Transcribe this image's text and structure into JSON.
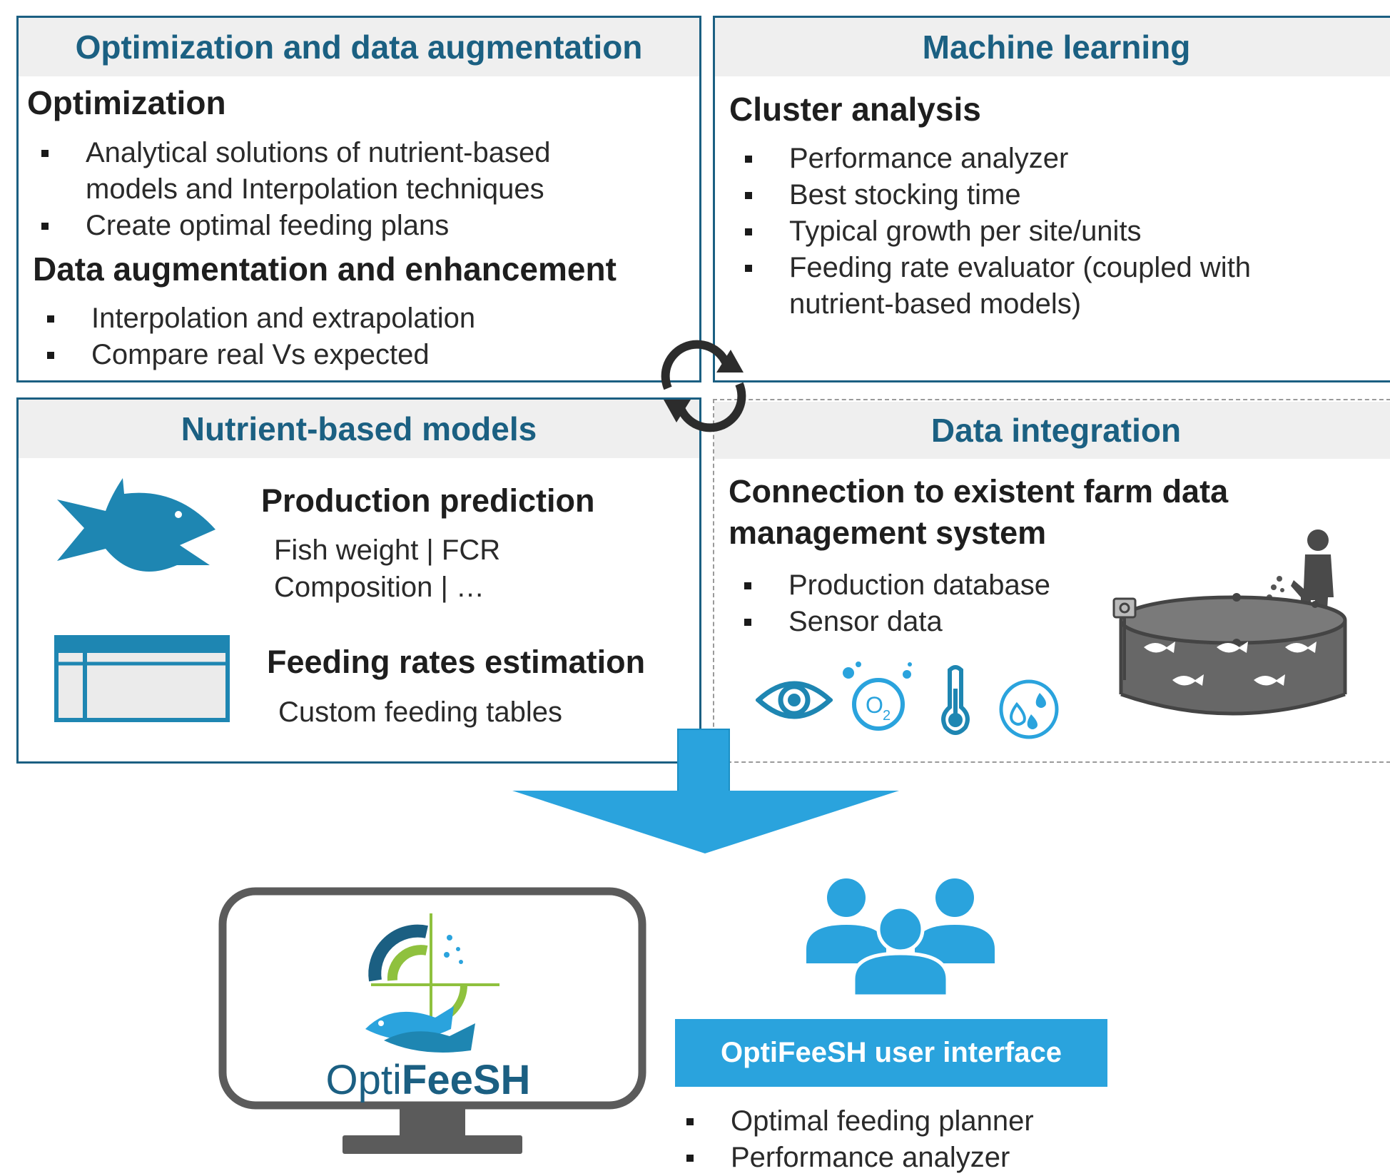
{
  "panels": {
    "optimization": {
      "title": "Optimization and data augmentation",
      "sub1": "Optimization",
      "items1": [
        "Analytical solutions of nutrient-based",
        "models and Interpolation techniques",
        "Create optimal feeding plans"
      ],
      "sub2": "Data augmentation and enhancement",
      "items2": [
        "Interpolation and extrapolation",
        "Compare real Vs expected"
      ]
    },
    "machine_learning": {
      "title": "Machine learning",
      "sub": "Cluster analysis",
      "items": [
        "Performance analyzer",
        "Best stocking time",
        "Typical growth per site/units",
        "Feeding rate evaluator (coupled with",
        "nutrient-based models)"
      ]
    },
    "nutrient": {
      "title": "Nutrient-based models",
      "prod_title": "Production prediction",
      "prod_line1": "Fish weight | FCR",
      "prod_line2": "Composition | …",
      "feed_title": "Feeding rates estimation",
      "feed_line": "Custom feeding tables"
    },
    "data_integration": {
      "title": "Data integration",
      "sub_line1": "Connection to existent farm data",
      "sub_line2": "management system",
      "items": [
        "Production database",
        "Sensor data"
      ],
      "sensor_icons": [
        "eye-icon",
        "oxygen-icon",
        "thermometer-icon",
        "humidity-icon"
      ],
      "o2_label": "O",
      "o2_sub": "2"
    }
  },
  "brand": {
    "prefix": "Opti",
    "suffix": "FeeSH"
  },
  "ui": {
    "button_label": "OptiFeeSH  user interface",
    "items": [
      "Optimal feeding planner",
      "Performance analyzer"
    ]
  },
  "colors": {
    "dark_teal": "#1b5f82",
    "accent_blue": "#2aa3dd",
    "fish_blue": "#1e86b2",
    "lime_green": "#8fc13e",
    "panel_header_bg": "#efefef",
    "tank_gray": "#676767"
  }
}
